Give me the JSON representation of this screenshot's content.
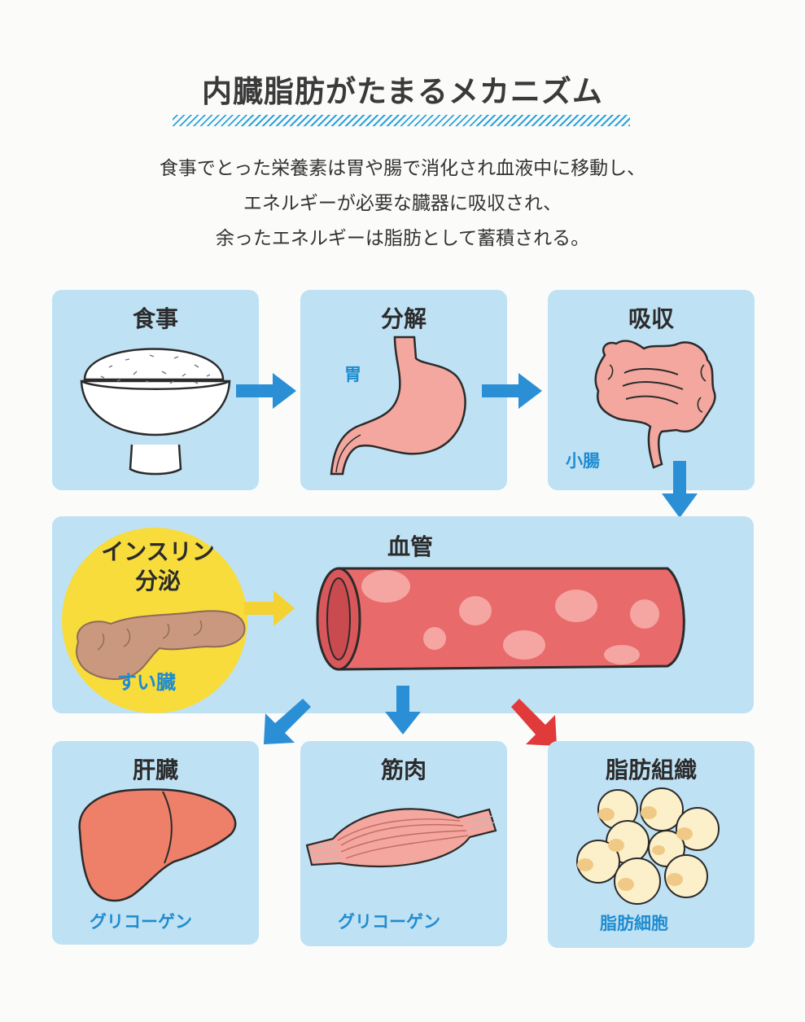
{
  "title": "内臓脂肪がたまるメカニズム",
  "lead": {
    "line1": "食事でとった栄養素は胃や腸で消化され血液中に移動し、",
    "line2": "エネルギーが必要な臓器に吸収され、",
    "line3": "余ったエネルギーは脂肪として蓄積される。"
  },
  "steps": {
    "meal": "食事",
    "breakdown": "分解",
    "stomach": "胃",
    "absorption": "吸収",
    "small_intestine": "小腸",
    "blood_vessel": "血管",
    "insulin": "インスリン",
    "secretion": "分泌",
    "pancreas": "すい臓",
    "liver": "肝臓",
    "liver_store": "グリコーゲン",
    "muscle": "筋肉",
    "muscle_store": "グリコーゲン",
    "adipose": "脂肪組織",
    "adipose_store": "脂肪細胞"
  },
  "colors": {
    "box": "#bfe1f4",
    "arrow_blue": "#2b8fd6",
    "arrow_red": "#e03a3a",
    "label_blue": "#1f8ccf",
    "insulin_circle": "#f7dc3c",
    "insulin_arrow": "#f5d234"
  },
  "icons": [
    "rice-bowl-icon",
    "stomach-icon",
    "intestine-icon",
    "pancreas-icon",
    "blood-vessel-icon",
    "liver-icon",
    "muscle-icon",
    "fat-cells-icon"
  ]
}
